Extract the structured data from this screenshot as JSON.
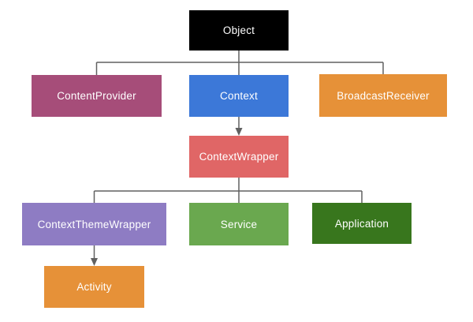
{
  "diagram": {
    "background": "#ffffff",
    "text_color": "#ffffff",
    "connector_color": "#616161",
    "nodes": [
      {
        "id": "object",
        "label": "Object",
        "fill": "#000000"
      },
      {
        "id": "content-provider",
        "label": "ContentProvider",
        "fill": "#A64D79"
      },
      {
        "id": "context",
        "label": "Context",
        "fill": "#3C78D8"
      },
      {
        "id": "broadcast-receiver",
        "label": "BroadcastReceiver",
        "fill": "#E69138"
      },
      {
        "id": "context-wrapper",
        "label": "ContextWrapper",
        "fill": "#E06666"
      },
      {
        "id": "context-theme-wrapper",
        "label": "ContextThemeWrapper",
        "fill": "#8E7CC3"
      },
      {
        "id": "service",
        "label": "Service",
        "fill": "#6AA84F"
      },
      {
        "id": "application",
        "label": "Application",
        "fill": "#38761D"
      },
      {
        "id": "activity",
        "label": "Activity",
        "fill": "#E69138"
      }
    ],
    "edges": [
      {
        "from": "Object",
        "to": "ContentProvider",
        "arrow": false
      },
      {
        "from": "Object",
        "to": "Context",
        "arrow": false
      },
      {
        "from": "Object",
        "to": "BroadcastReceiver",
        "arrow": false
      },
      {
        "from": "Context",
        "to": "ContextWrapper",
        "arrow": true
      },
      {
        "from": "ContextWrapper",
        "to": "ContextThemeWrapper",
        "arrow": false
      },
      {
        "from": "ContextWrapper",
        "to": "Service",
        "arrow": false
      },
      {
        "from": "ContextWrapper",
        "to": "Application",
        "arrow": false
      },
      {
        "from": "ContextThemeWrapper",
        "to": "Activity",
        "arrow": true
      }
    ]
  }
}
